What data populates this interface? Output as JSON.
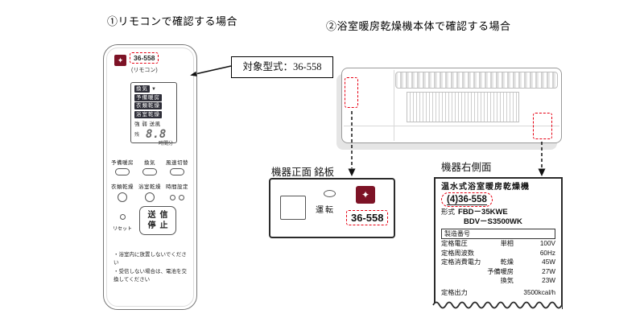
{
  "titles": {
    "left": "①リモコンで確認する場合",
    "right": "②浴室暖房乾燥機本体で確認する場合"
  },
  "callout": {
    "label": "対象型式：36-558"
  },
  "icons": {
    "brand_logo": "✦",
    "lcd_fan": "▼"
  },
  "remote": {
    "model": "36-558",
    "caption": "(リモコン)",
    "lcd": {
      "vent": "換気",
      "modes": [
        "予備暖房",
        "衣類乾燥",
        "浴室乾燥"
      ],
      "fan_row": "強 弱 送風",
      "remain": "残",
      "digits": "8.8",
      "unit": "時間分"
    },
    "row1": [
      "予備暖房",
      "換気",
      "風速切替"
    ],
    "row2": [
      "衣類乾燥",
      "浴室乾燥",
      "時間設定"
    ],
    "send": "送信",
    "stop": "停止",
    "reset": "リセット",
    "notes": [
      "・浴室内に放置しないでください",
      "・受信しない場合は、電池を交換してください"
    ]
  },
  "nameplate": {
    "section": "機器正面 銘板",
    "run": "運転",
    "model": "36-558"
  },
  "side": {
    "section": "機器右側面",
    "product": "温水式浴室暖房乾燥機",
    "prefix": "(4)",
    "model": "36-558",
    "type_label": "形式",
    "type1": "FBD－35KWE",
    "type2": "BDV－S3500WK",
    "serial": "製造番号",
    "specs": [
      {
        "label": "定格電圧",
        "mid": "単相",
        "value": "100V"
      },
      {
        "label": "定格周波数",
        "mid": "",
        "value": "60Hz"
      },
      {
        "label": "定格消費電力",
        "mid": "乾燥",
        "value": "45W"
      },
      {
        "label": "",
        "mid": "予備暖房",
        "value": "27W"
      },
      {
        "label": "",
        "mid": "換気",
        "value": "23W"
      },
      {
        "label": "定格出力",
        "mid": "",
        "value": "3500kcal/h"
      }
    ]
  }
}
